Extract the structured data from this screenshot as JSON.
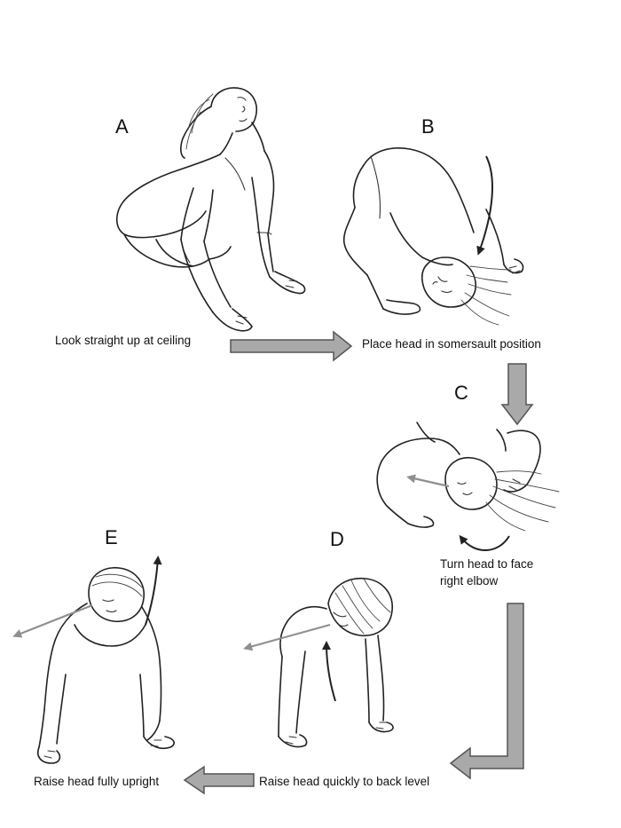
{
  "steps": [
    {
      "letter": "A",
      "caption": "Look straight up at ceiling"
    },
    {
      "letter": "B",
      "caption": "Place head in somersault position"
    },
    {
      "letter": "C",
      "caption_line1": "Turn head to face",
      "caption_line2": "right elbow"
    },
    {
      "letter": "D",
      "caption": "Raise head quickly to back level"
    },
    {
      "letter": "E",
      "caption": "Raise head fully upright"
    }
  ],
  "colors": {
    "flow_arrow_fill": "#a9a9a9",
    "flow_arrow_stroke": "#555555",
    "gaze_arrow": "#8f8f8f",
    "motion_arrow": "#222222",
    "ink": "#222222"
  }
}
